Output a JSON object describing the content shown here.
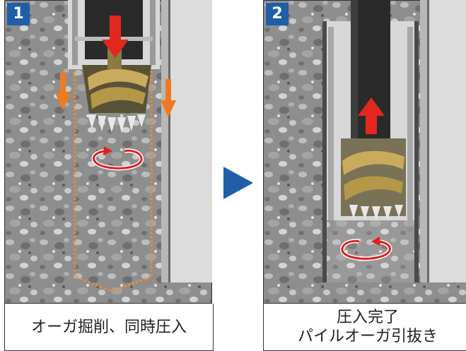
{
  "steps": [
    {
      "number": "1",
      "caption_lines": [
        "オーガ掘削、同時圧入"
      ]
    },
    {
      "number": "2",
      "caption_lines": [
        "圧入完了",
        "パイルオーガ引抜き"
      ]
    }
  ],
  "colors": {
    "badge": "#1f5fa8",
    "flow_arrow": "#1f5fa8",
    "press_arrow": "#e3261e",
    "side_arrow": "#f07a22",
    "excavation_outline": "#f08a2c",
    "rotation_arrow": "#e02020",
    "auger": "#c8ab5c"
  },
  "icons": {
    "flow": "triangle-right-icon",
    "rotation": "rotation-arrow-icon"
  }
}
